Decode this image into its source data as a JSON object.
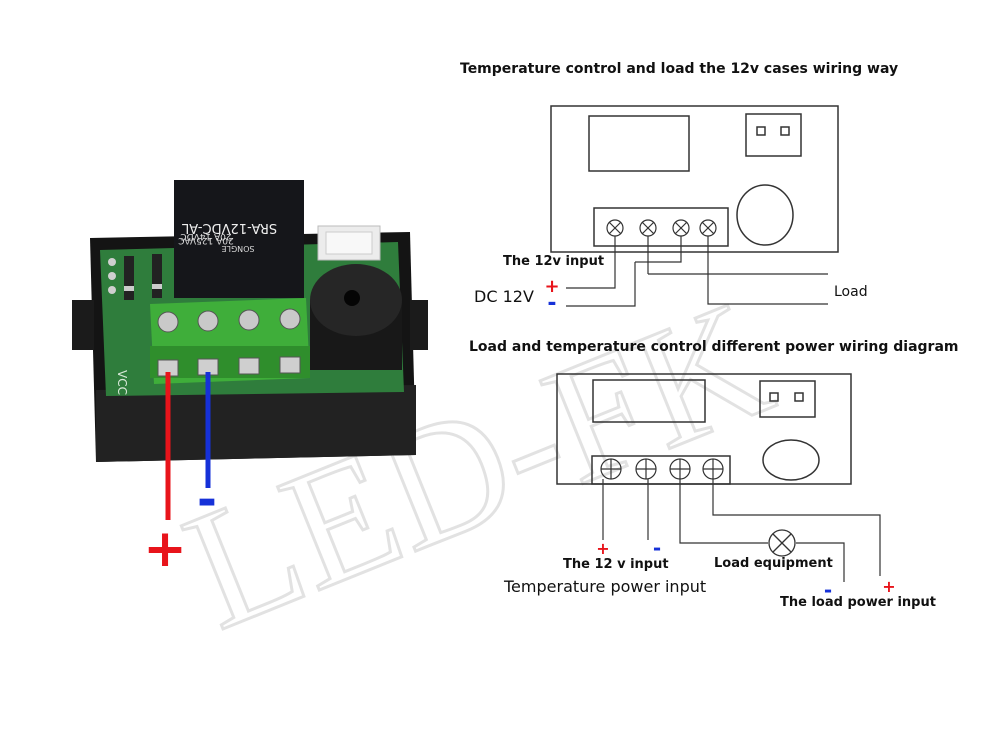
{
  "diagram": {
    "title_top": "Temperature control and load the 12v cases wiring way",
    "title_bottom": "Load and temperature control different power wiring diagram",
    "top": {
      "input_label": "The 12v  input",
      "dc_label": "DC 12V",
      "load_label": "Load",
      "plus": "+",
      "minus": "-"
    },
    "bottom": {
      "input_label": "The 12 v  input",
      "power_label": "Temperature power input",
      "load_equipment_label": "Load equipment",
      "load_power_label": "The load power input",
      "plus": "+",
      "minus": "-"
    },
    "photo": {
      "relay_line1": "SRA-12VDC-AL",
      "relay_line2": "20A  14VDC",
      "relay_line3": "20A 125VAC",
      "relay_brand": "SONGLE",
      "board_label": "VCC",
      "plus": "+",
      "minus": "-"
    },
    "watermark": "LED-FK"
  },
  "colors": {
    "plus": "#e8141b",
    "minus": "#1631d8",
    "pcb": "#2f7d3c",
    "terminal": "#3fae3a",
    "case": "#141414",
    "relay": "#15161a",
    "line": "#333333"
  }
}
